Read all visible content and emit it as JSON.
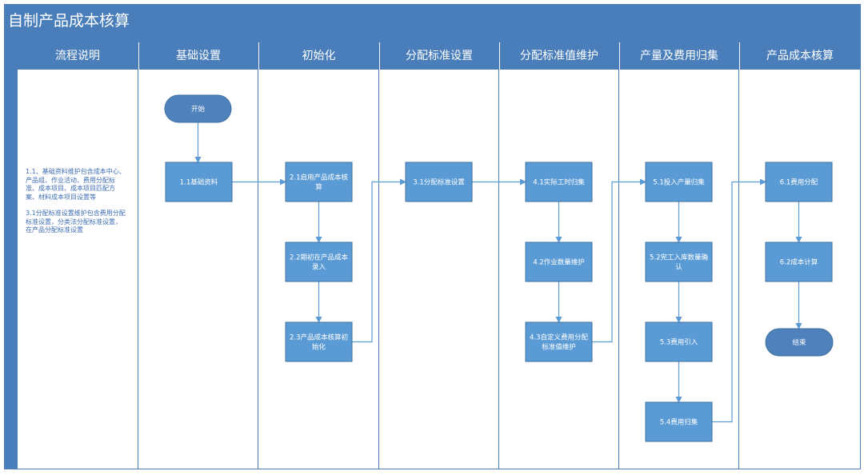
{
  "title": "自制产品成本核算",
  "lanes": [
    {
      "label": "流程说明"
    },
    {
      "label": "基础设置"
    },
    {
      "label": "初始化"
    },
    {
      "label": "分配标准设置"
    },
    {
      "label": "分配标准值维护"
    },
    {
      "label": "产量及费用归集"
    },
    {
      "label": "产品成本核算"
    }
  ],
  "notes": [
    "1.1、基础资料维护包含成本中心、产品组、作业活动、费用分配标准、成本项目、成本项目匹配方案、材料成本项目设置等",
    "3.1分配标准设置维护包含费用分配标准设置，分类法分配标准设置，在产品分配标准设置"
  ],
  "nodes": {
    "start": {
      "lines": [
        "开始"
      ]
    },
    "n1_1": {
      "lines": [
        "1.1基础资料"
      ]
    },
    "n2_1": {
      "lines": [
        "2.1启用产品成本核",
        "算"
      ]
    },
    "n2_2": {
      "lines": [
        "2.2期初在产品成本",
        "录入"
      ]
    },
    "n2_3": {
      "lines": [
        "2.3产品成本核算初",
        "始化"
      ]
    },
    "n3_1": {
      "lines": [
        "3.1分配标准设置"
      ]
    },
    "n4_1": {
      "lines": [
        "4.1实际工时归集"
      ]
    },
    "n4_2": {
      "lines": [
        "4.2作业数量维护"
      ]
    },
    "n4_3": {
      "lines": [
        "4.3自定义费用分配",
        "标准值维护"
      ]
    },
    "n5_1": {
      "lines": [
        "5.1投入产量归集"
      ]
    },
    "n5_2": {
      "lines": [
        "5.2完工入库数量确",
        "认"
      ]
    },
    "n5_3": {
      "lines": [
        "5.3费用引入"
      ]
    },
    "n5_4": {
      "lines": [
        "5.4费用归集"
      ]
    },
    "n6_1": {
      "lines": [
        "6.1费用分配"
      ]
    },
    "n6_2": {
      "lines": [
        "6.2成本计算"
      ]
    },
    "end": {
      "lines": [
        "结束"
      ]
    }
  },
  "colors": {
    "frame": "#4a7ebb",
    "node_fill": "#5b9bd5",
    "node_stroke": "#41719c",
    "terminal_fill": "#4f81bd",
    "connector": "#5b9bd5",
    "note_text": "#3d6db3"
  }
}
